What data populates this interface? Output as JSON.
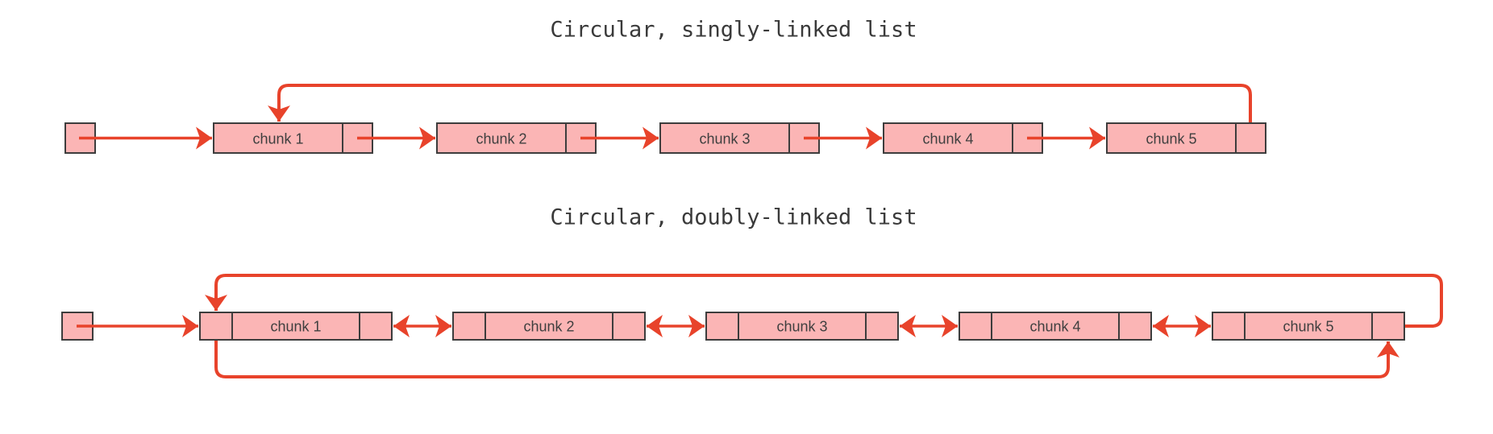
{
  "colors": {
    "background": "#ffffff",
    "box_fill": "#fbb5b5",
    "box_border": "#3d3d3d",
    "arrow": "#e8432b",
    "title_text": "#3a3a3a",
    "label_text": "#3f3f3f"
  },
  "diagrams": [
    {
      "id": "singly",
      "title": "Circular, singly-linked list",
      "structure": "head pointer box, five chunk nodes each with a next-pointer cell, next arrows left-to-right, wraparound arrow from chunk 5 next cell over the top into chunk 1",
      "chunks": [
        "chunk 1",
        "chunk 2",
        "chunk 3",
        "chunk 4",
        "chunk 5"
      ]
    },
    {
      "id": "doubly",
      "title": "Circular, doubly-linked list",
      "structure": "head pointer box, five chunk nodes each with prev and next pointer cells, double-headed arrows between neighbors, wraparound next arrow over the top from chunk 5 into chunk 1 prev cell, wraparound prev arrow under the bottom from chunk 1 into chunk 5 next cell",
      "chunks": [
        "chunk 1",
        "chunk 2",
        "chunk 3",
        "chunk 4",
        "chunk 5"
      ]
    }
  ]
}
